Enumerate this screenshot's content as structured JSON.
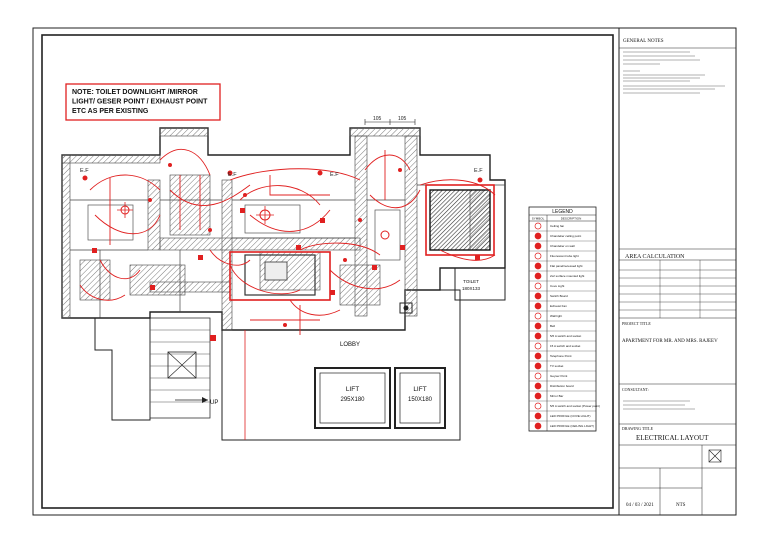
{
  "note": {
    "lines": [
      "NOTE: TOILET  DOWNLIGHT /MIRROR",
      "LIGHT/ GESER POINT / EXHAUST POINT",
      "ETC AS PER EXISTING"
    ]
  },
  "plan": {
    "dims": [
      "105",
      "105"
    ],
    "ef_labels": [
      "E.F",
      "E.F",
      "E.F",
      "E.F"
    ],
    "lobby": "LOBBY",
    "lift1": {
      "title": "LIFT",
      "size": "295X180"
    },
    "lift2": {
      "title": "LIFT",
      "size": "150X180"
    },
    "toilet": {
      "title": "TOILET",
      "size": "180X133"
    },
    "up": "UP"
  },
  "legend": {
    "title": "LEGEND",
    "col_symbol": "SYMBOL",
    "col_desc": "DESCRIPTION",
    "items": [
      "Ceiling fan",
      "Chandelier ceiling point",
      "Chandelier on wall",
      "Fluorescent tube light",
      "Flat panel/recessed light",
      "2x2 surface mounted light",
      "Cove Light",
      "Switch Board",
      "Exhaust Fan",
      "Wall light",
      "Bell",
      "5/6 A switch and socket",
      "15 A switch and socket",
      "Telephone Point",
      "TV socket",
      "Geyser Point",
      "Distribution board",
      "Mirror Bar",
      "5/6 A switch and socket (Power point)",
      "LED PROFILE (COVE LIGHT)",
      "LED PROFILE (CEILING LIGHT)"
    ]
  },
  "titleblock": {
    "general_notes_title": "GENERAL NOTES",
    "area_calc_title": "AREA CALCULATION",
    "project_title_label": "PROJECT TITLE",
    "project_title": "APARTMENT FOR MR. AND MRS. RAJEEV",
    "consultant_label": "CONSULTANT:",
    "drawing_title_label": "DRAWING TITLE",
    "drawing_title": "ELECTRICAL  LAYOUT",
    "date": "04 / 03 / 2021",
    "scale": "NTS"
  },
  "colors": {
    "markup": "#e02020",
    "line": "#222222",
    "hatch": "#777777"
  }
}
